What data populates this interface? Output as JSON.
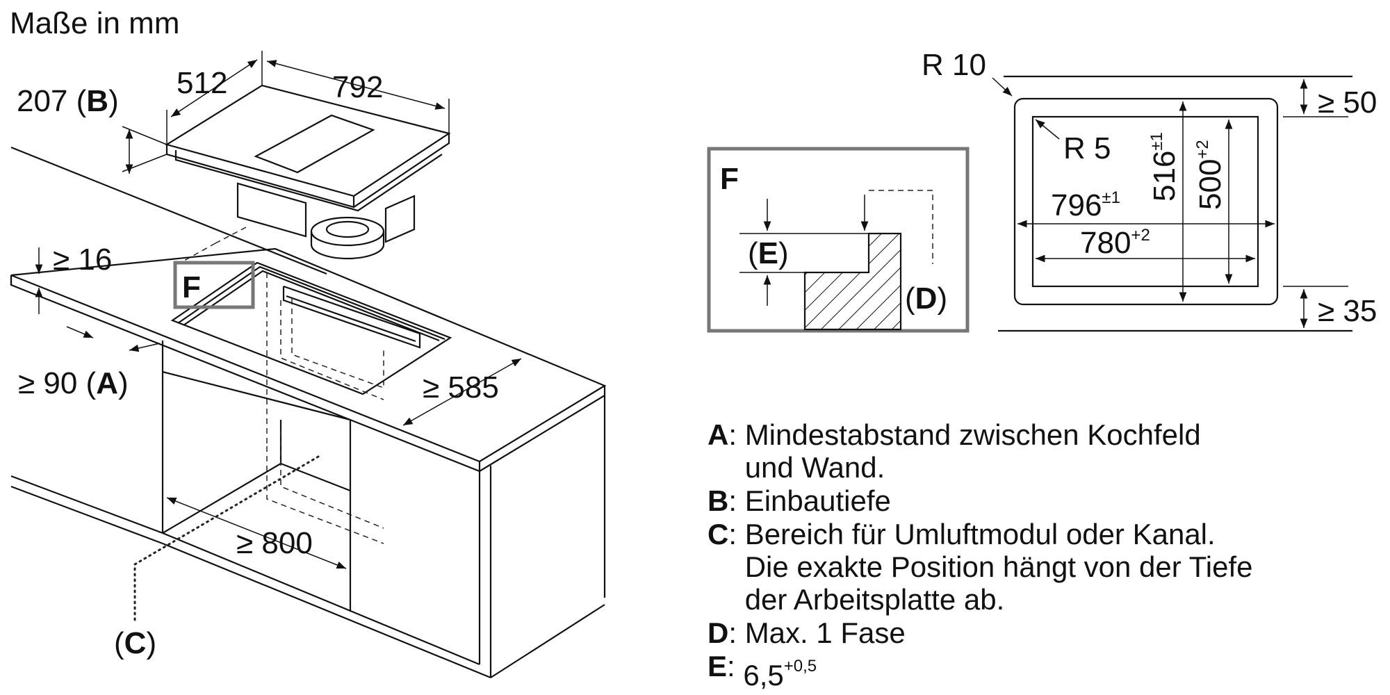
{
  "title": "Maße in mm",
  "dimensions": {
    "hob_depth": "512",
    "hob_width": "792",
    "install_depth": "207 (",
    "install_depth_key": "B",
    "install_depth_close": ")",
    "worktop_min": "≥ 16",
    "wall_min": "≥ 90 (",
    "wall_min_key": "A",
    "wall_min_close": ")",
    "depth_min": "≥ 585",
    "cabinet_min": "≥ 800",
    "area_label_open": "(",
    "area_label_key": "C",
    "area_label_close": ")",
    "detail_marker": "F"
  },
  "detail": {
    "title": "F",
    "e_open": "(",
    "e_key": "E",
    "e_close": ")",
    "d_open": "(",
    "d_key": "D",
    "d_close": ")"
  },
  "cutout": {
    "r_outer": "R 10",
    "r_inner": "R 5",
    "outer_width": "796",
    "outer_width_tol": "±1",
    "inner_width": "780",
    "inner_width_tol": "+2",
    "outer_depth": "516",
    "outer_depth_tol": "±1",
    "inner_depth": "500",
    "inner_depth_tol": "+2",
    "top_clearance": "≥ 50",
    "bottom_clearance": "≥ 35"
  },
  "legend": [
    {
      "key": "A",
      "text": "Mindestabstand zwischen Kochfeld\nund Wand."
    },
    {
      "key": "B",
      "text": "Einbautiefe"
    },
    {
      "key": "C",
      "text": "Bereich für Umluftmodul oder Kanal.\nDie exakte Position hängt von der Tiefe\nder Arbeitsplatte ab."
    },
    {
      "key": "D",
      "text": "Max. 1 Fase"
    }
  ],
  "legend_e": {
    "key": "E",
    "value": "6,5",
    "tol": "+0,5"
  }
}
